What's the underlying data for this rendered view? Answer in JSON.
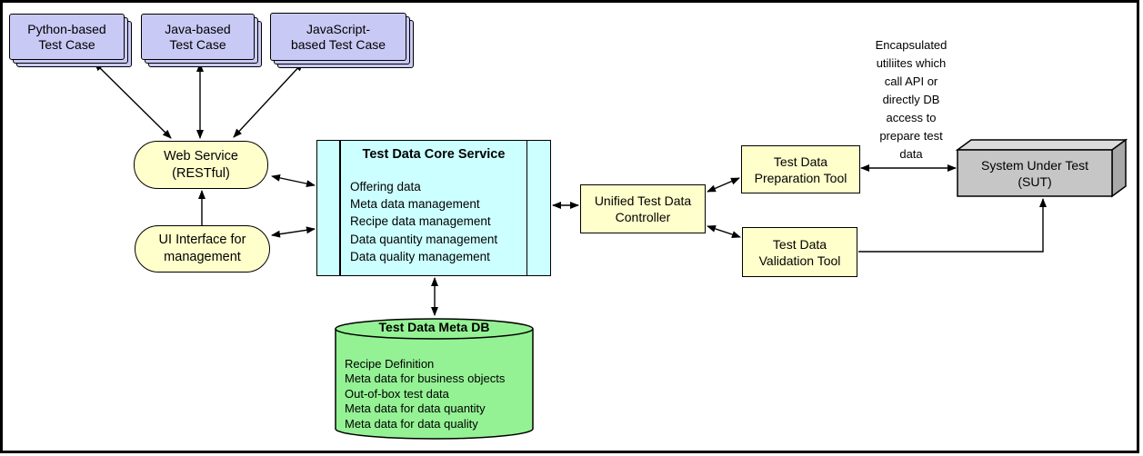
{
  "colors": {
    "purple": "#C9C9F5",
    "yellow": "#FFFFCC",
    "cyan": "#CCFFFF",
    "green": "#94F294",
    "gray-front": "#C6C6C6",
    "gray-top": "#DCDCDC",
    "gray-side": "#A9A9A9",
    "line": "#000000"
  },
  "test_cases": [
    {
      "label": "Python-based\nTest Case"
    },
    {
      "label": "Java-based\nTest Case"
    },
    {
      "label": "JavaScript-\nbased Test Case"
    }
  ],
  "web_service": {
    "label": "Web Service\n(RESTful)"
  },
  "ui_interface": {
    "label": "UI Interface for\nmanagement"
  },
  "core_service": {
    "title": "Test Data Core Service",
    "items": [
      "Offering data",
      "Meta data management",
      "Recipe data management",
      "Data quantity management",
      "Data quality management"
    ]
  },
  "controller": {
    "label": "Unified Test Data\nController"
  },
  "preparation_tool": {
    "label": "Test Data\nPreparation Tool"
  },
  "validation_tool": {
    "label": "Test Data\nValidation Tool"
  },
  "sut": {
    "label": "System Under Test\n(SUT)"
  },
  "note": {
    "text": "Encapsulated\nutiliites which\ncall API or\ndirectly DB\naccess to\nprepare test\ndata"
  },
  "meta_db": {
    "title": "Test Data Meta DB",
    "items": [
      "Recipe Definition",
      "Meta data for business objects",
      "Out-of-box test data",
      "Meta data for data quantity",
      "Meta data for data quality"
    ]
  }
}
